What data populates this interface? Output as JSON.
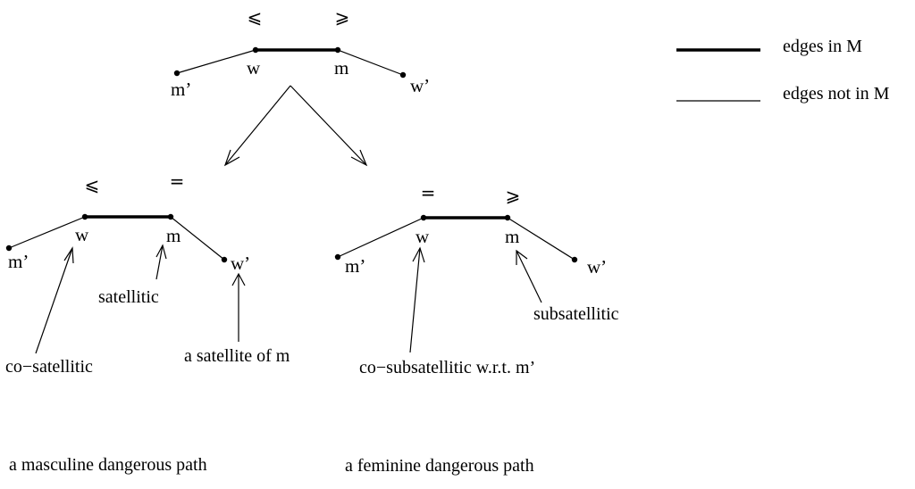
{
  "colors": {
    "ink": "#000000",
    "background": "#ffffff"
  },
  "legend": {
    "thick_label": "edges in M",
    "thin_label": "edges not in M"
  },
  "top": {
    "sym_left": "⩽",
    "sym_right": "⩾",
    "left_outer": "m’",
    "left_inner": "w",
    "right_inner": "m",
    "right_outer": "w’"
  },
  "masculine": {
    "sym_left": "⩽",
    "sym_right": "=",
    "left_outer": "m’",
    "left_inner": "w",
    "right_inner": "m",
    "right_outer": "w’",
    "ann_w": "co−satellitic",
    "ann_m": "satellitic",
    "ann_wp": "a satellite of m",
    "caption": "a masculine dangerous path"
  },
  "feminine": {
    "sym_left": "=",
    "sym_right": "⩾",
    "left_outer": "m’",
    "left_inner": "w",
    "right_inner": "m",
    "right_outer": "w’",
    "ann_w": "co−subsatellitic w.r.t. m’",
    "ann_m": "subsatellitic",
    "caption": "a feminine dangerous path"
  }
}
